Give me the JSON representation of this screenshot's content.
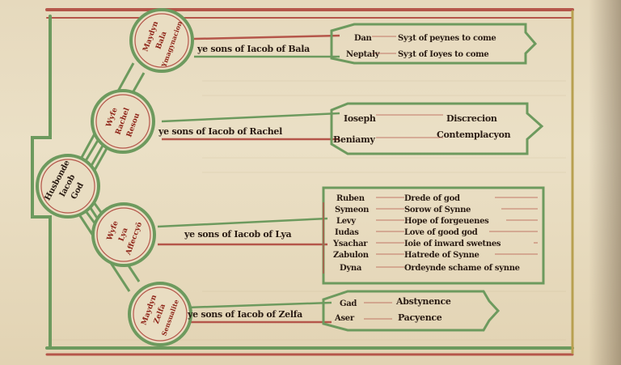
{
  "diagram": {
    "center": {
      "lines": [
        "Husbonde",
        "Iacob",
        "God"
      ]
    },
    "wives": [
      {
        "lines": [
          "Maydyn",
          "Bala",
          "Ymagynacion"
        ],
        "sons_label": "ye sons of Iacob of Bala",
        "sons": [
          "Dan",
          "Neptaly"
        ],
        "virtues": [
          "Syȝt of peynes to come",
          "Syȝt of Ioyes to come"
        ]
      },
      {
        "lines": [
          "Wyfe",
          "Rachel",
          "Resou"
        ],
        "sons_label": "ye sons of Iacob of Rachel",
        "sons": [
          "Ioseph",
          "Beniamy"
        ],
        "virtues": [
          "Discrecion",
          "Contemplacyon"
        ]
      },
      {
        "lines": [
          "Wyfe",
          "Lya",
          "Affeccyō"
        ],
        "sons_label": "ye sons of Iacob of Lya",
        "sons": [
          "Ruben",
          "Symeon",
          "Levy",
          "Iudas",
          "Ysachar",
          "Zabulon",
          "Dyna"
        ],
        "virtues": [
          "Drede of god",
          "Sorow of Synne",
          "Hope of forgeuenes",
          "Love of good god",
          "Ioie of inward swetnes",
          "Hatrede of Synne",
          "Ordeynde schame of synne"
        ]
      },
      {
        "lines": [
          "Maydyn",
          "Zelfa",
          "Sensualite"
        ],
        "sons_label": "ye sons of Iacob of Zelfa",
        "sons": [
          "Gad",
          "Aser"
        ],
        "virtues": [
          "Abstynence",
          "Pacyence"
        ]
      }
    ]
  }
}
